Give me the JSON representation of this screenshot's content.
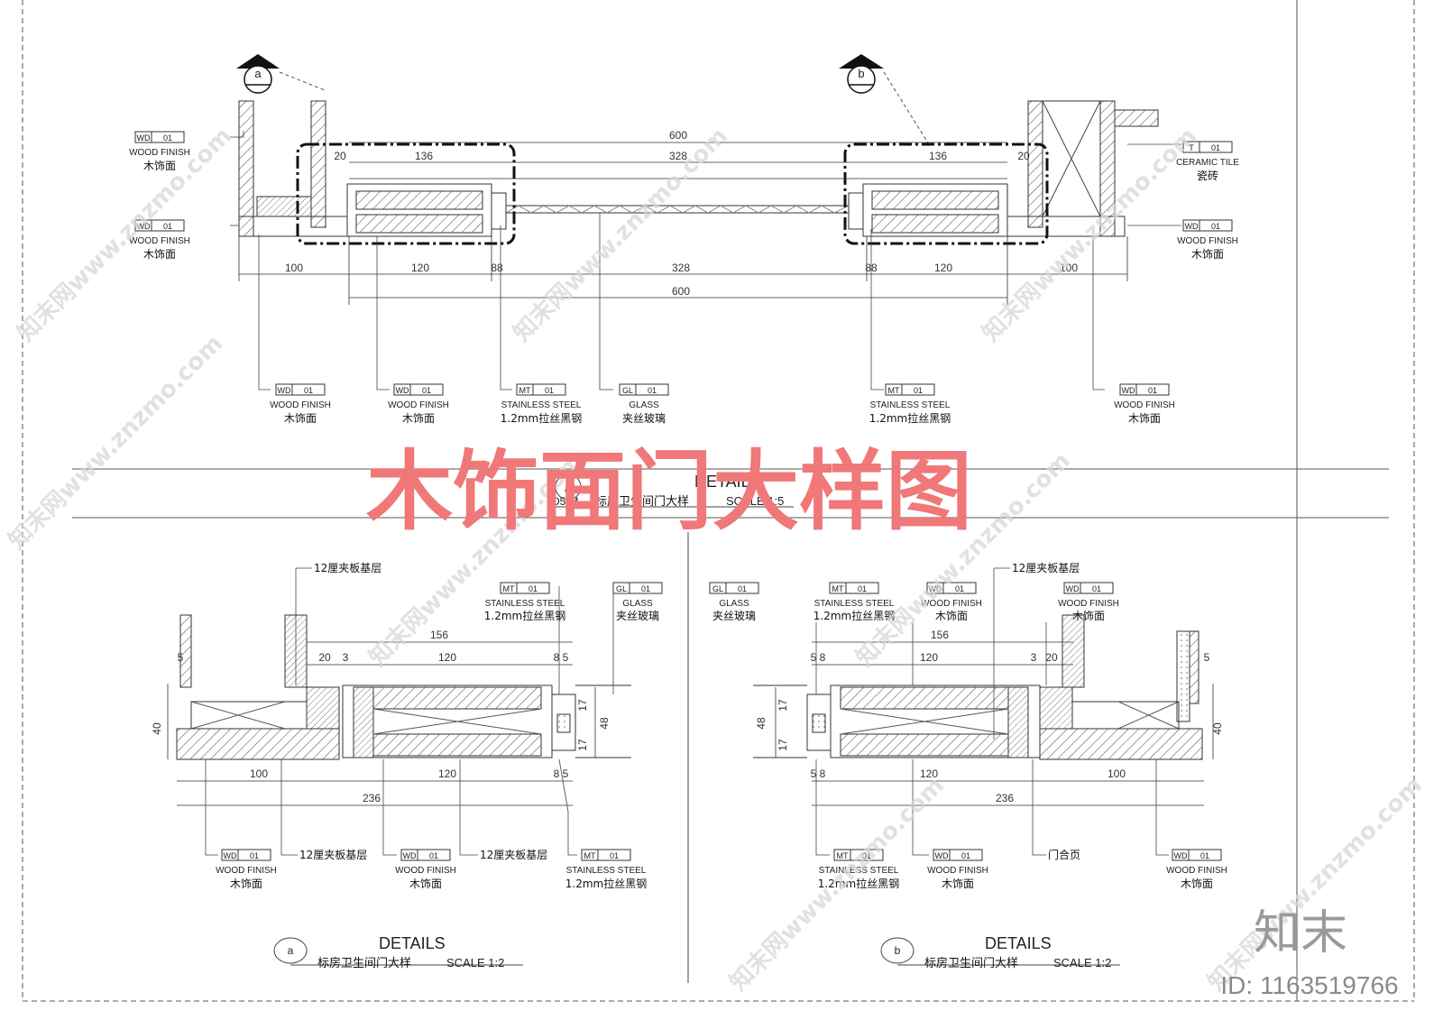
{
  "main_title": "木饰面门大样图",
  "sections": {
    "a_marker": "a",
    "b_marker": "b"
  },
  "top": {
    "dims_top": {
      "d600": "600",
      "d328": "328",
      "d136l": "136",
      "d136r": "136",
      "d20l": "20",
      "d20r": "20"
    },
    "dims_bottom": {
      "d100l": "100",
      "d120l": "120",
      "d88l": "88",
      "d328": "328",
      "d600": "600",
      "d88r": "88",
      "d120r": "120",
      "d100r": "100"
    },
    "tags_left": [
      {
        "code": "WD",
        "num": "01",
        "en": "WOOD FINISH",
        "cn": "木饰面"
      },
      {
        "code": "WD",
        "num": "01",
        "en": "WOOD FINISH",
        "cn": "木饰面"
      }
    ],
    "tags_right": [
      {
        "code": "T",
        "num": "01",
        "en": "CERAMIC TILE",
        "cn": "瓷砖"
      },
      {
        "code": "WD",
        "num": "01",
        "en": "WOOD FINISH",
        "cn": "木饰面"
      }
    ],
    "tags_bottom": [
      {
        "code": "WD",
        "num": "01",
        "en": "WOOD FINISH",
        "cn": "木饰面"
      },
      {
        "code": "WD",
        "num": "01",
        "en": "WOOD FINISH",
        "cn": "木饰面"
      },
      {
        "code": "MT",
        "num": "01",
        "en": "STAINLESS STEEL",
        "cn": "1.2mm拉丝黑钢"
      },
      {
        "code": "GL",
        "num": "01",
        "en": "GLASS",
        "cn": "夹丝玻璃"
      },
      {
        "code": "MT",
        "num": "01",
        "en": "STAINLESS STEEL",
        "cn": "1.2mm拉丝黑钢"
      },
      {
        "code": "WD",
        "num": "01",
        "en": "WOOD FINISH",
        "cn": "木饰面"
      }
    ],
    "title_block": {
      "marker": "A",
      "sheet": "D5-M-",
      "name": "标房卫生间门大样",
      "label": "DETAILS",
      "scale": "SCALE  1:5"
    }
  },
  "detail_a": {
    "note_top": "12厘夹板基层",
    "tags_top": [
      {
        "code": "MT",
        "num": "01",
        "en": "STAINLESS STEEL",
        "cn": "1.2mm拉丝黑钢"
      },
      {
        "code": "GL",
        "num": "01",
        "en": "GLASS",
        "cn": "夹丝玻璃"
      }
    ],
    "dims": {
      "d156": "156",
      "d20": "20",
      "d3": "3",
      "d120": "120",
      "d85": "8 5",
      "d5": "5",
      "d40": "40",
      "d17a": "17",
      "d17b": "17",
      "d48": "48",
      "d100": "100",
      "d120b": "120",
      "d85b": "8 5",
      "d236": "236"
    },
    "tags_bottom": [
      {
        "code": "WD",
        "num": "01",
        "en": "WOOD FINISH",
        "cn": "木饰面"
      },
      {
        "code": "WD",
        "num": "01",
        "en": "WOOD FINISH",
        "cn": "木饰面"
      },
      {
        "code": "MT",
        "num": "01",
        "en": "STAINLESS STEEL",
        "cn": "1.2mm拉丝黑钢"
      }
    ],
    "notes_bottom": [
      "12厘夹板基层",
      "12厘夹板基层"
    ],
    "title_block": {
      "marker": "a",
      "name": "标房卫生间门大样",
      "label": "DETAILS",
      "scale": "SCALE  1:2"
    }
  },
  "detail_b": {
    "note_top": "12厘夹板基层",
    "tags_top": [
      {
        "code": "GL",
        "num": "01",
        "en": "GLASS",
        "cn": "夹丝玻璃"
      },
      {
        "code": "MT",
        "num": "01",
        "en": "STAINLESS STEEL",
        "cn": "1.2mm拉丝黑钢"
      },
      {
        "code": "WD",
        "num": "01",
        "en": "WOOD FINISH",
        "cn": "木饰面"
      },
      {
        "code": "WD",
        "num": "01",
        "en": "WOOD FINISH",
        "cn": "木饰面"
      }
    ],
    "dims": {
      "d156": "156",
      "d58": "5 8",
      "d120": "120",
      "d3": "3",
      "d20": "20",
      "d5": "5",
      "d40": "40",
      "d17a": "17",
      "d17b": "17",
      "d48": "48",
      "d58b": "5 8",
      "d120b": "120",
      "d100": "100",
      "d236": "236"
    },
    "tags_bottom": [
      {
        "code": "MT",
        "num": "01",
        "en": "STAINLESS STEEL",
        "cn": "1.2mm拉丝黑钢"
      },
      {
        "code": "WD",
        "num": "01",
        "en": "WOOD FINISH",
        "cn": "木饰面"
      },
      {
        "code": "WD",
        "num": "01",
        "en": "WOOD FINISH",
        "cn": "木饰面"
      }
    ],
    "note_hinge": "门合页",
    "title_block": {
      "marker": "b",
      "name": "标房卫生间门大样",
      "label": "DETAILS",
      "scale": "SCALE  1:2"
    }
  },
  "watermark": {
    "text": "知末网www.znzmo.com",
    "logo": "知末",
    "id": "ID: 1163519766"
  }
}
